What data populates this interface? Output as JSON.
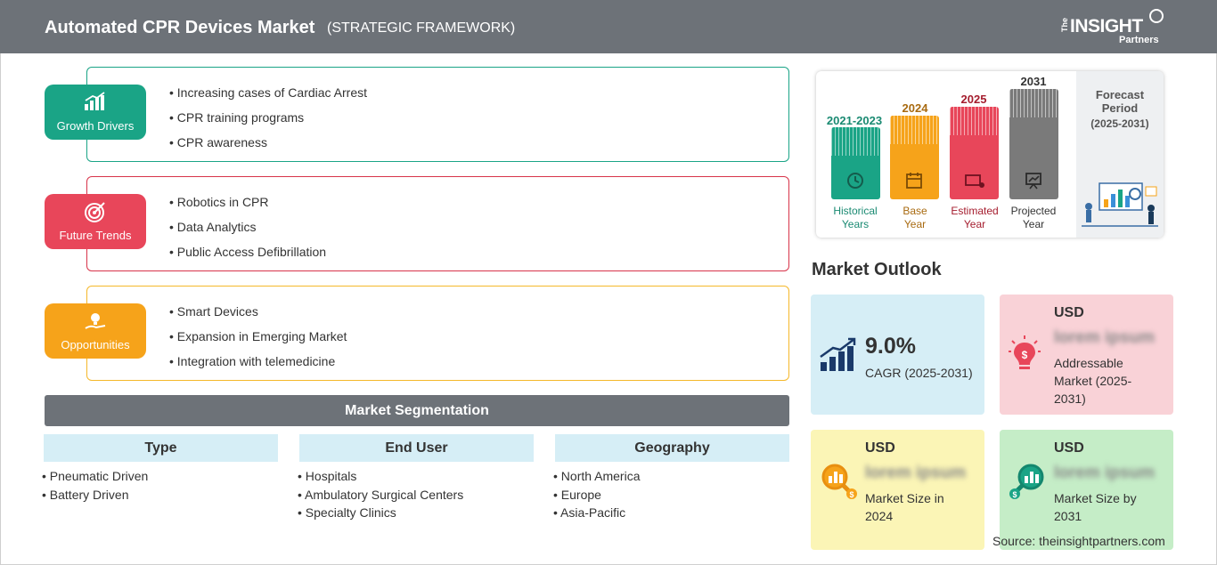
{
  "header": {
    "title": "Automated CPR Devices Market",
    "subtitle": "(STRATEGIC FRAMEWORK)",
    "logo": {
      "the": "The",
      "insight": "INSIGHT",
      "partners": "Partners"
    }
  },
  "framework": [
    {
      "label": "Growth Drivers",
      "color": "#1aa486",
      "border": "#1aa486",
      "items": [
        "Increasing cases of Cardiac Arrest",
        "CPR training programs",
        "CPR awareness"
      ]
    },
    {
      "label": "Future Trends",
      "color": "#e8465a",
      "border": "#d8344a",
      "items": [
        "Robotics in CPR",
        "Data Analytics",
        "Public Access Defibrillation"
      ]
    },
    {
      "label": "Opportunities",
      "color": "#f6a31a",
      "border": "#f5b82a",
      "items": [
        "Smart Devices",
        "Expansion in Emerging Market",
        "Integration with telemedicine"
      ]
    }
  ],
  "segmentation": {
    "title": "Market Segmentation",
    "columns": [
      {
        "heading": "Type",
        "items": [
          "Pneumatic Driven",
          "Battery Driven"
        ]
      },
      {
        "heading": "End User",
        "items": [
          "Hospitals",
          "Ambulatory Surgical Centers",
          "Specialty Clinics"
        ]
      },
      {
        "heading": "Geography",
        "items": [
          "North America",
          "Europe",
          "Asia-Pacific"
        ]
      }
    ]
  },
  "timeline": {
    "bars": [
      {
        "year": "2021-2023",
        "caption": [
          "Historical",
          "Years"
        ],
        "color": "#1aa486",
        "text_color": "#1a8a72",
        "icon": "history-icon"
      },
      {
        "year": "2024",
        "caption": [
          "Base",
          "Year"
        ],
        "color": "#f6a31a",
        "text_color": "#a86a10",
        "icon": "calendar-icon"
      },
      {
        "year": "2025",
        "caption": [
          "Estimated",
          "Year"
        ],
        "color": "#e8465a",
        "text_color": "#a51d2e",
        "icon": "estimate-icon"
      },
      {
        "year": "2031",
        "caption": [
          "Projected",
          "Year"
        ],
        "color": "#7a7a7a",
        "text_color": "#333333",
        "icon": "projection-icon"
      }
    ],
    "forecast": {
      "title_1": "Forecast",
      "title_2": "Period",
      "range": "(2025-2031)"
    }
  },
  "outlook": {
    "title": "Market Outlook",
    "cagr": {
      "value": "9.0%",
      "label": "CAGR (2025-2031)",
      "bg": "#d6eef6"
    },
    "addressable": {
      "usd": "USD",
      "value": "lorem ipsum",
      "desc": [
        "Addressable",
        "Market (2025-",
        "2031)"
      ],
      "bg": "#f9d2d7"
    },
    "size_2024": {
      "usd": "USD",
      "value": "lorem ipsum",
      "desc": [
        "Market Size in",
        "2024"
      ],
      "bg": "#fbf5b6"
    },
    "size_2031": {
      "usd": "USD",
      "value": "lorem ipsum",
      "desc": [
        "Market Size by",
        "2031"
      ],
      "bg": "#c5edc7"
    }
  },
  "source": "Source: theinsightpartners.com"
}
